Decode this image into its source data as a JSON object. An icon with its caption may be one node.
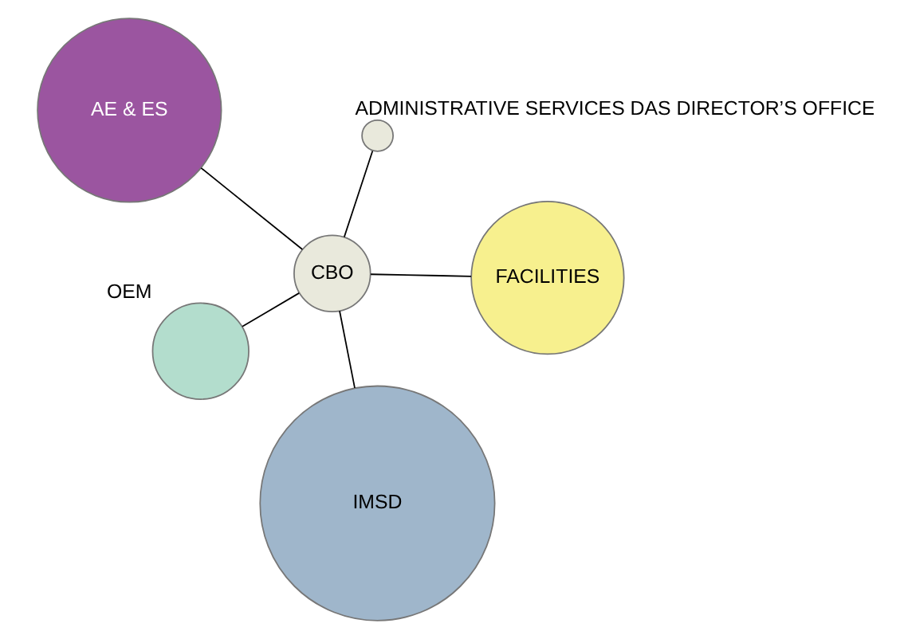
{
  "diagram": {
    "nodes": [
      {
        "text": [
          "AE & ES"
        ]
      },
      {
        "text": [
          "FACILITIES"
        ]
      },
      {
        "text": [
          "IMSD"
        ]
      },
      {
        "text": [
          "CBO"
        ]
      },
      {
        "text": [
          "ADMINISTRATIVE SERVICES DAS DIRECTOR’S OFFICE"
        ]
      },
      {
        "text": [
          "OEM"
        ]
      }
    ],
    "edges": [
      {
        "from": 3,
        "to": 0,
        "arrow": "none"
      },
      {
        "from": 3,
        "to": 1,
        "arrow": "none"
      },
      {
        "from": 3,
        "to": 2,
        "arrow": "none"
      },
      {
        "from": 3,
        "to": 4,
        "arrow": "none"
      },
      {
        "from": 3,
        "to": 5,
        "arrow": "none"
      }
    ]
  }
}
